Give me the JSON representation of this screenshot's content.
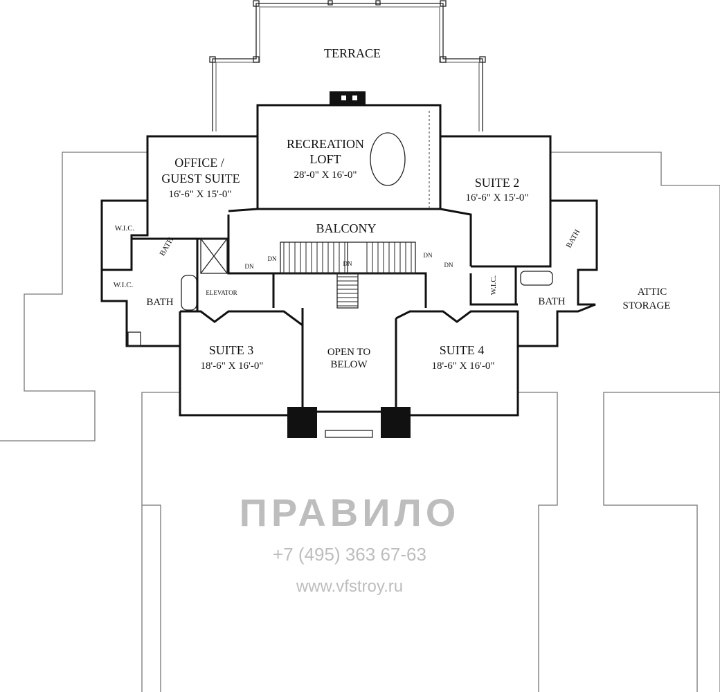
{
  "rooms": {
    "terrace": {
      "name": "TERRACE"
    },
    "recreation_loft": {
      "name_line1": "RECREATION",
      "name_line2": "LOFT",
      "size": "28'-0\" X 16'-0\""
    },
    "office": {
      "name_line1": "OFFICE /",
      "name_line2": "GUEST SUITE",
      "size": "16'-6\" X 15'-0\""
    },
    "suite2": {
      "name": "SUITE 2",
      "size": "16'-6\" X 15'-0\""
    },
    "balcony": {
      "name": "BALCONY"
    },
    "suite3": {
      "name": "SUITE 3",
      "size": "18'-6\" X 16'-0\""
    },
    "suite4": {
      "name": "SUITE 4",
      "size": "18'-6\" X 16'-0\""
    },
    "open_to_below": {
      "line1": "OPEN TO",
      "line2": "BELOW"
    },
    "attic": {
      "line1": "ATTIC",
      "line2": "STORAGE"
    },
    "wic": "W.I.C.",
    "bath": "BATH",
    "elevator": "ELEVATOR",
    "dn": "DN"
  },
  "watermark": {
    "logo": "ПРАВИЛО",
    "phone": "+7 (495) 363 67-63",
    "url": "www.vfstroy.ru"
  },
  "colors": {
    "wall": "#111111",
    "outline": "#777777",
    "watermark": "#888888"
  }
}
